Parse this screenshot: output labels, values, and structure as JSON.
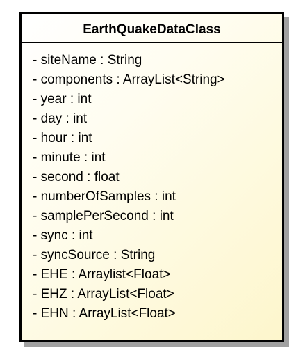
{
  "diagram": {
    "class_name": "EarthQuakeDataClass",
    "attributes": [
      "- siteName : String",
      "- components : ArrayList<String>",
      "- year : int",
      "- day : int",
      "- hour : int",
      "- minute : int",
      "- second : float",
      "- numberOfSamples : int",
      "- samplePerSecond : int",
      "- sync : int",
      "- syncSource : String",
      "- EHE : Arraylist<Float>",
      "- EHZ : ArrayList<Float>",
      "- EHN : ArrayList<Float>"
    ],
    "operations": []
  },
  "colors": {
    "fill_light": "#ffffff",
    "fill_dark": "#fdf6cc",
    "border": "#000000",
    "shadow": "#a0a0a0"
  }
}
